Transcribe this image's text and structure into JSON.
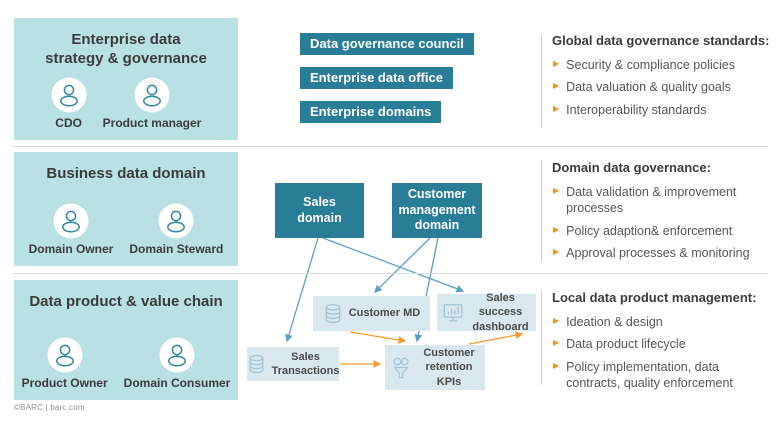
{
  "footer": "©BARC | barc.com",
  "colors": {
    "panel_teal": "#b9e0e2",
    "box_teal": "#2a7d97",
    "product_blue": "#d9e7ef",
    "arrow_blue": "#5b9fc4",
    "arrow_orange": "#f49b33",
    "bullet_orange": "#f0941e",
    "text_dark": "#3c3c3c"
  },
  "left_panels": [
    {
      "title": "Enterprise data\nstrategy & governance",
      "roles": [
        {
          "label": "CDO"
        },
        {
          "label": "Product manager"
        }
      ]
    },
    {
      "title": "Business data domain",
      "roles": [
        {
          "label": "Domain Owner"
        },
        {
          "label": "Domain Steward"
        }
      ]
    },
    {
      "title": "Data product & value chain",
      "roles": [
        {
          "label": "Product Owner"
        },
        {
          "label": "Domain Consumer"
        }
      ]
    }
  ],
  "governance_bodies": [
    {
      "label": "Data governance council"
    },
    {
      "label": "Enterprise data office"
    },
    {
      "label": "Enterprise domains"
    }
  ],
  "domains": [
    {
      "label": "Sales\ndomain"
    },
    {
      "label": "Customer\nmanagement\ndomain"
    }
  ],
  "data_products": [
    {
      "label": "Customer MD",
      "icon": "database-icon"
    },
    {
      "label": "Sales success\ndashboard",
      "icon": "dashboard-icon"
    },
    {
      "label": "Sales\nTransactions",
      "icon": "database-icon"
    },
    {
      "label": "Customer\nretention KPIs",
      "icon": "funnel-icon"
    }
  ],
  "right_sections": [
    {
      "heading": "Global data governance standards:",
      "bullets": [
        "Security & compliance policies",
        "Data valuation & quality goals",
        "Interoperability standards"
      ]
    },
    {
      "heading": "Domain data governance:",
      "bullets": [
        "Data validation & improvement processes",
        "Policy adaption& enforcement",
        "Approval processes & monitoring"
      ]
    },
    {
      "heading": "Local data product management:",
      "bullets": [
        "Ideation & design",
        "Data product lifecycle",
        "Policy implementation, data contracts, quality enforcement"
      ]
    }
  ],
  "connections": [
    {
      "from": "Sales domain",
      "to": "Sales Transactions",
      "type": "governs"
    },
    {
      "from": "Sales domain",
      "to": "Sales success dashboard",
      "type": "governs"
    },
    {
      "from": "Customer management domain",
      "to": "Customer MD",
      "type": "governs"
    },
    {
      "from": "Customer management domain",
      "to": "Customer retention KPIs",
      "type": "governs"
    },
    {
      "from": "Customer MD",
      "to": "Customer retention KPIs",
      "type": "data-flow"
    },
    {
      "from": "Sales Transactions",
      "to": "Customer retention KPIs",
      "type": "data-flow"
    },
    {
      "from": "Customer retention KPIs",
      "to": "Sales success dashboard",
      "type": "data-flow"
    }
  ]
}
